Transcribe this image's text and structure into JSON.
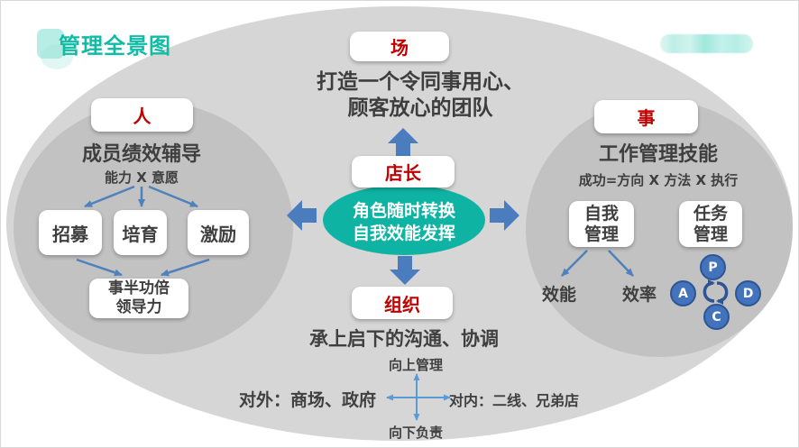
{
  "page": {
    "title": "管理全景图"
  },
  "top": {
    "label": "场",
    "slogan_line1": "打造一个令同事用心、",
    "slogan_line2": "顾客放心的团队"
  },
  "center": {
    "role_label": "店长",
    "ellipse_line1": "角色随时转换",
    "ellipse_line2": "自我效能发挥"
  },
  "left_section": {
    "label": "人",
    "heading": "成员绩效辅导",
    "formula": "能力 X 意愿",
    "boxes": [
      "招募",
      "培育",
      "激励"
    ],
    "result_line1": "事半功倍",
    "result_line2": "领导力"
  },
  "right_section": {
    "label": "事",
    "heading": "工作管理技能",
    "formula": "成功=方向 X 方法 X 执行",
    "box1_line1": "自我",
    "box1_line2": "管理",
    "box2_line1": "任务",
    "box2_line2": "管理",
    "outcome_left": "效能",
    "outcome_right": "效率",
    "pdca": {
      "p": "P",
      "d": "D",
      "c": "C",
      "a": "A"
    }
  },
  "bottom": {
    "label": "组织",
    "subtitle": "承上启下的沟通、协调",
    "cross_up": "向上管理",
    "cross_left": "对外：商场、政府",
    "cross_right": "对内：二线、兄弟店",
    "cross_down": "向下负责"
  },
  "colors": {
    "title_teal": "#12bca4",
    "center_teal": "#0fb3a3",
    "accent_red": "#c00000",
    "block_arrow_blue": "#4a7cbe",
    "thin_arrow_blue": "#4f81bd",
    "cross_blue": "#5b9bd5",
    "pdca_fill": "#4273bc",
    "pdca_border": "#2e5593",
    "outer_ellipse_gray": "#d6d6d6",
    "inner_circle_gray": "#c2c2c2",
    "text_dark": "#3f3f3f"
  }
}
